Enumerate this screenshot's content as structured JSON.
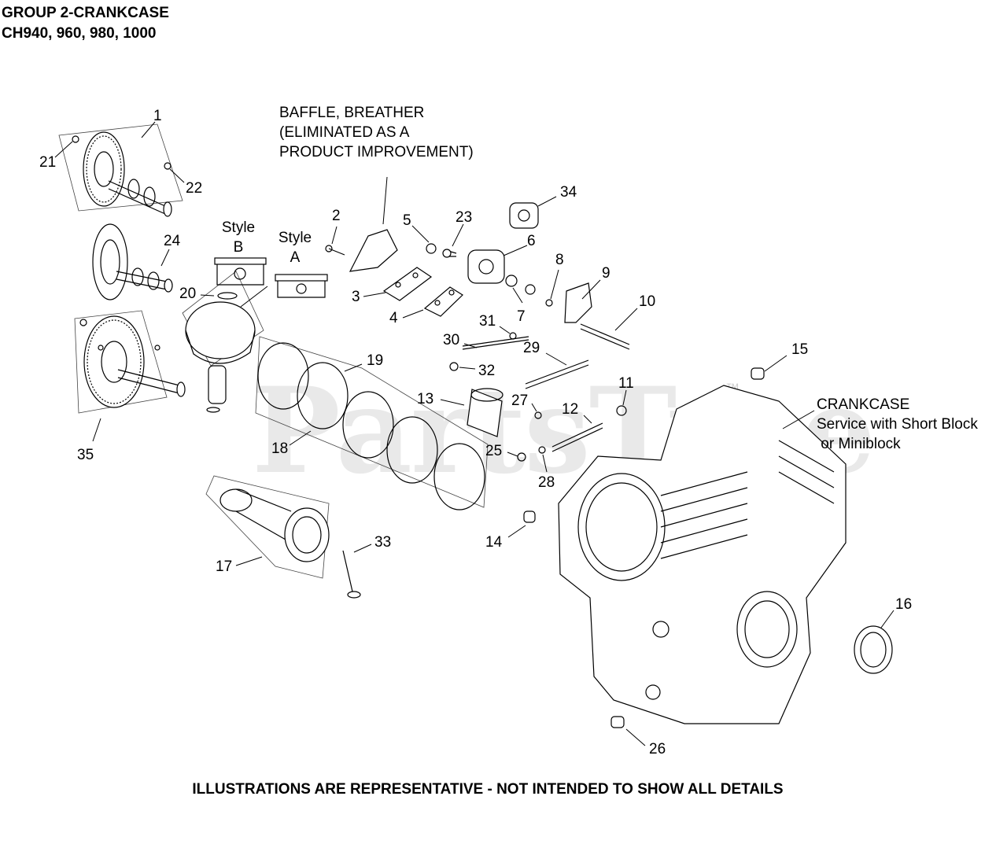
{
  "header": {
    "title": "GROUP 2-CRANKCASE",
    "models": "CH940, 960, 980, 1000"
  },
  "notes": {
    "baffle": "BAFFLE, BREATHER\n(ELIMINATED AS A\nPRODUCT IMPROVEMENT)",
    "crankcase": "CRANKCASE\nService with Short Block\n or Miniblock",
    "style_b": "Style\nB",
    "style_a": "Style\nA"
  },
  "callouts": {
    "c1": "1",
    "c2": "2",
    "c3": "3",
    "c4": "4",
    "c5": "5",
    "c6": "6",
    "c7": "7",
    "c8": "8",
    "c9": "9",
    "c10": "10",
    "c11": "11",
    "c12": "12",
    "c13": "13",
    "c14": "14",
    "c15": "15",
    "c16": "16",
    "c17": "17",
    "c18": "18",
    "c19": "19",
    "c20": "20",
    "c21": "21",
    "c22": "22",
    "c23": "23",
    "c24": "24",
    "c25": "25",
    "c26": "26",
    "c27": "27",
    "c28": "28",
    "c29": "29",
    "c30": "30",
    "c31": "31",
    "c32": "32",
    "c33": "33",
    "c34": "34",
    "c35": "35"
  },
  "watermark": "PartsTree",
  "trademark": "™",
  "footer": "ILLUSTRATIONS ARE REPRESENTATIVE - NOT INTENDED TO SHOW ALL DETAILS"
}
